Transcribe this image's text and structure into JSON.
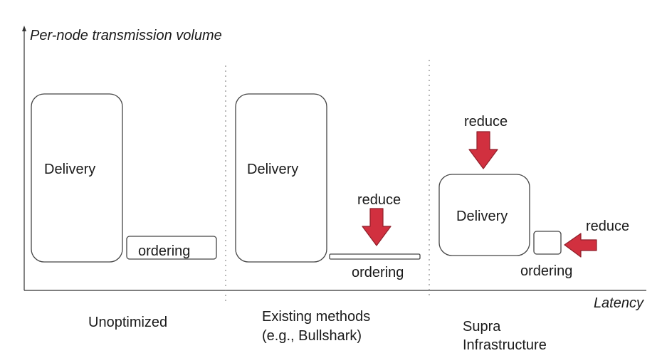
{
  "axes": {
    "y_title": "Per-node transmission volume",
    "x_title": "Latency"
  },
  "colors": {
    "arrow": "#d1303f",
    "box_stroke": "#444444"
  },
  "sections": [
    {
      "caption_lines": [
        "Unoptimized"
      ],
      "delivery_label": "Delivery",
      "ordering_label": "ordering"
    },
    {
      "caption_lines": [
        "Existing methods",
        "(e.g., Bullshark)"
      ],
      "delivery_label": "Delivery",
      "ordering_label": "ordering",
      "reduce_label": "reduce"
    },
    {
      "caption_lines": [
        "Supra",
        "Infrastructure"
      ],
      "delivery_label": "Delivery",
      "ordering_label": "ordering",
      "reduce_delivery_label": "reduce",
      "reduce_ordering_label": "reduce"
    }
  ]
}
